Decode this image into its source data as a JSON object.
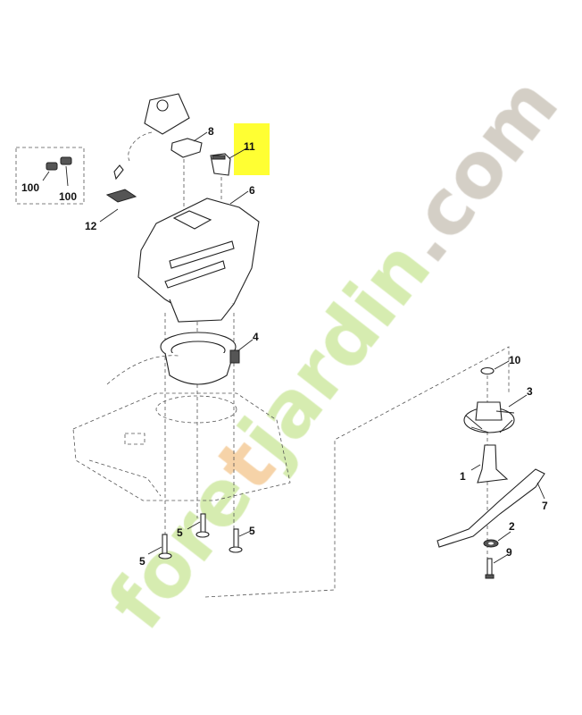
{
  "watermark": {
    "text": "foretjardin.com",
    "colors": {
      "foret": "#d6ecb0",
      "t": "#f6d3a8",
      "jardin": "#d6ecb0",
      "com": "#d4cfc6"
    }
  },
  "highlight_color": "#ffff33",
  "parts": [
    {
      "id": "100a",
      "label": "100"
    },
    {
      "id": "100b",
      "label": "100"
    },
    {
      "id": "12",
      "label": "12"
    },
    {
      "id": "8",
      "label": "8"
    },
    {
      "id": "11",
      "label": "11",
      "highlighted": true
    },
    {
      "id": "6",
      "label": "6"
    },
    {
      "id": "4",
      "label": "4"
    },
    {
      "id": "10",
      "label": "10"
    },
    {
      "id": "3",
      "label": "3"
    },
    {
      "id": "1",
      "label": "1"
    },
    {
      "id": "7",
      "label": "7"
    },
    {
      "id": "2",
      "label": "2"
    },
    {
      "id": "9",
      "label": "9"
    },
    {
      "id": "5a",
      "label": "5"
    },
    {
      "id": "5b",
      "label": "5"
    },
    {
      "id": "5c",
      "label": "5"
    }
  ]
}
